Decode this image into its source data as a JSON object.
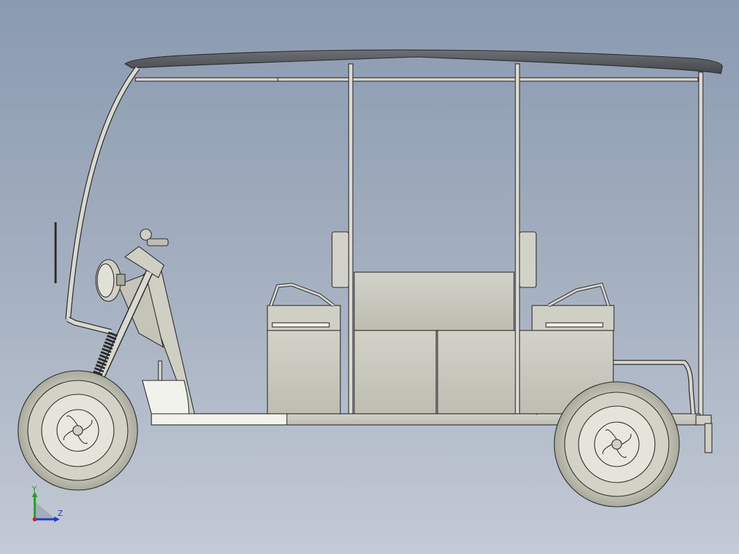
{
  "view": {
    "background_top": "#8a9ab0",
    "background_bottom": "#c3cad5",
    "part_fill": "#c9c9bf",
    "roof_fill": "#5a5d60",
    "edge_color": "#2a2a2a"
  },
  "model": {
    "subject": "electric-rickshaw-side-view",
    "parts": [
      "roof-canopy",
      "front-frame-tube",
      "roof-rails",
      "front-wheel",
      "rear-wheel",
      "front-fork",
      "headlight",
      "handlebar",
      "passenger-seats",
      "seat-backrests",
      "body-panel",
      "chassis-floor",
      "rear-frame"
    ]
  },
  "triad": {
    "y_label": "Y",
    "z_label": "Z",
    "y_color": "#1aa21a",
    "z_color": "#1f3cc8",
    "x_color": "#cc2222"
  }
}
